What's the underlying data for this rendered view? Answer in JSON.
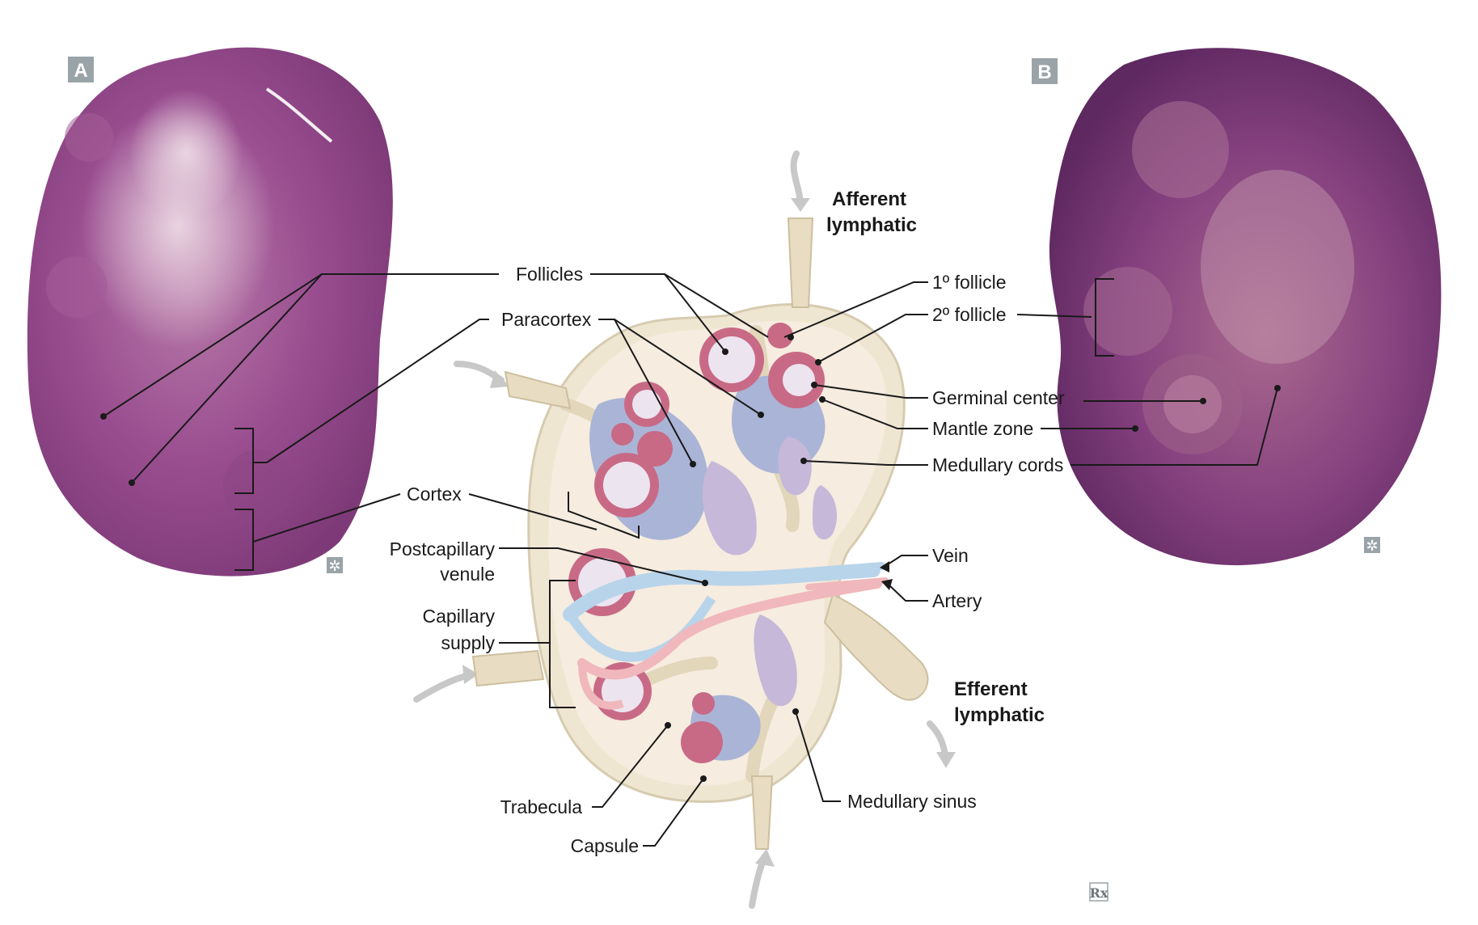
{
  "panels": {
    "a_badge": "A",
    "b_badge": "B"
  },
  "labels": {
    "afferent_lymphatic": [
      "Afferent",
      "lymphatic"
    ],
    "efferent_lymphatic": [
      "Efferent",
      "lymphatic"
    ],
    "follicles": "Follicles",
    "paracortex": "Paracortex",
    "cortex": "Cortex",
    "postcapillary_venule": [
      "Postcapillary",
      "venule"
    ],
    "capillary_supply": [
      "Capillary",
      "supply"
    ],
    "trabecula": "Trabecula",
    "capsule": "Capsule",
    "medullary_sinus": "Medullary sinus",
    "primary_follicle": "1º follicle",
    "secondary_follicle": "2º follicle",
    "germinal_center": "Germinal center",
    "mantle_zone": "Mantle zone",
    "medullary_cords": "Medullary cords",
    "vein": "Vein",
    "artery": "Artery"
  },
  "icons": {
    "image_marker": "asterisk-box-icon",
    "rx_logo": "Rx"
  },
  "colors": {
    "histology_stain": "#8e3f86",
    "capsule_fill": "#f4e8d8",
    "follicle_pink": "#c86a86",
    "follicle_center": "#ece4ef",
    "paracortex_blue": "#aab4d6",
    "medulla_lavender": "#c6b8d9",
    "vein_blue": "#b8d4ea",
    "artery_pink": "#f0b8bc",
    "badge_gray": "#9aa3a8"
  }
}
